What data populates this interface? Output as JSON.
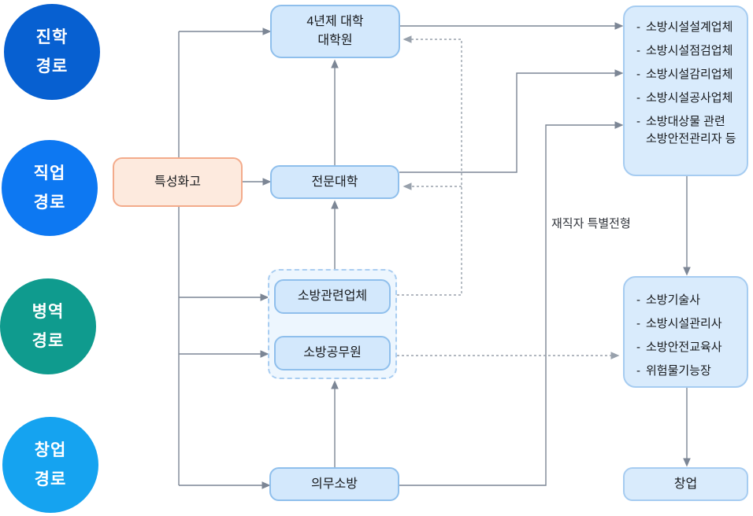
{
  "palette": {
    "circle-jinhak": "#0760d1",
    "circle-jikeop": "#0d78f2",
    "circle-byeongyeok": "#0f9b8e",
    "circle-changeop": "#15a3f0",
    "node-fill": "#d3e8fc",
    "node-border": "#8fbfec",
    "hs-fill": "#fdeade",
    "hs-border": "#f3ab8b",
    "group-fill": "#edf6fe",
    "group-border": "#a9cdf1",
    "right-fill": "#d9ebfc",
    "right-border": "#a6ccf1",
    "line": "#7c8695",
    "dashed-line": "#98a1ac",
    "text": "#17191c"
  },
  "circles": [
    {
      "id": "jinhak",
      "lines": [
        "진학",
        "경로"
      ]
    },
    {
      "id": "jikeop",
      "lines": [
        "직업",
        "경로"
      ]
    },
    {
      "id": "byeongyeok",
      "lines": [
        "병역",
        "경로"
      ]
    },
    {
      "id": "changeop",
      "lines": [
        "창업",
        "경로"
      ]
    }
  ],
  "nodes": {
    "hs": {
      "label": "특성화고"
    },
    "univ4": {
      "lines": [
        "4년제 대학",
        "대학원"
      ]
    },
    "college": {
      "label": "전문대학"
    },
    "fire_company": {
      "label": "소방관련업체"
    },
    "fire_officer": {
      "label": "소방공무원"
    },
    "duty_fire": {
      "label": "의무소방"
    },
    "startup": {
      "label": "창업"
    }
  },
  "right_boxes": {
    "companies": {
      "items": [
        "소방시설설계업체",
        "소방시설점검업체",
        "소방시설감리업체",
        "소방시설공사업체",
        "소방대상물 관련\n소방안전관리자 등"
      ]
    },
    "certs": {
      "items": [
        "소방기술사",
        "소방시설관리사",
        "소방안전교육사",
        "위험물기능장"
      ]
    }
  },
  "labels": {
    "dash": "-",
    "special_admission": "재직자 특별전형"
  }
}
